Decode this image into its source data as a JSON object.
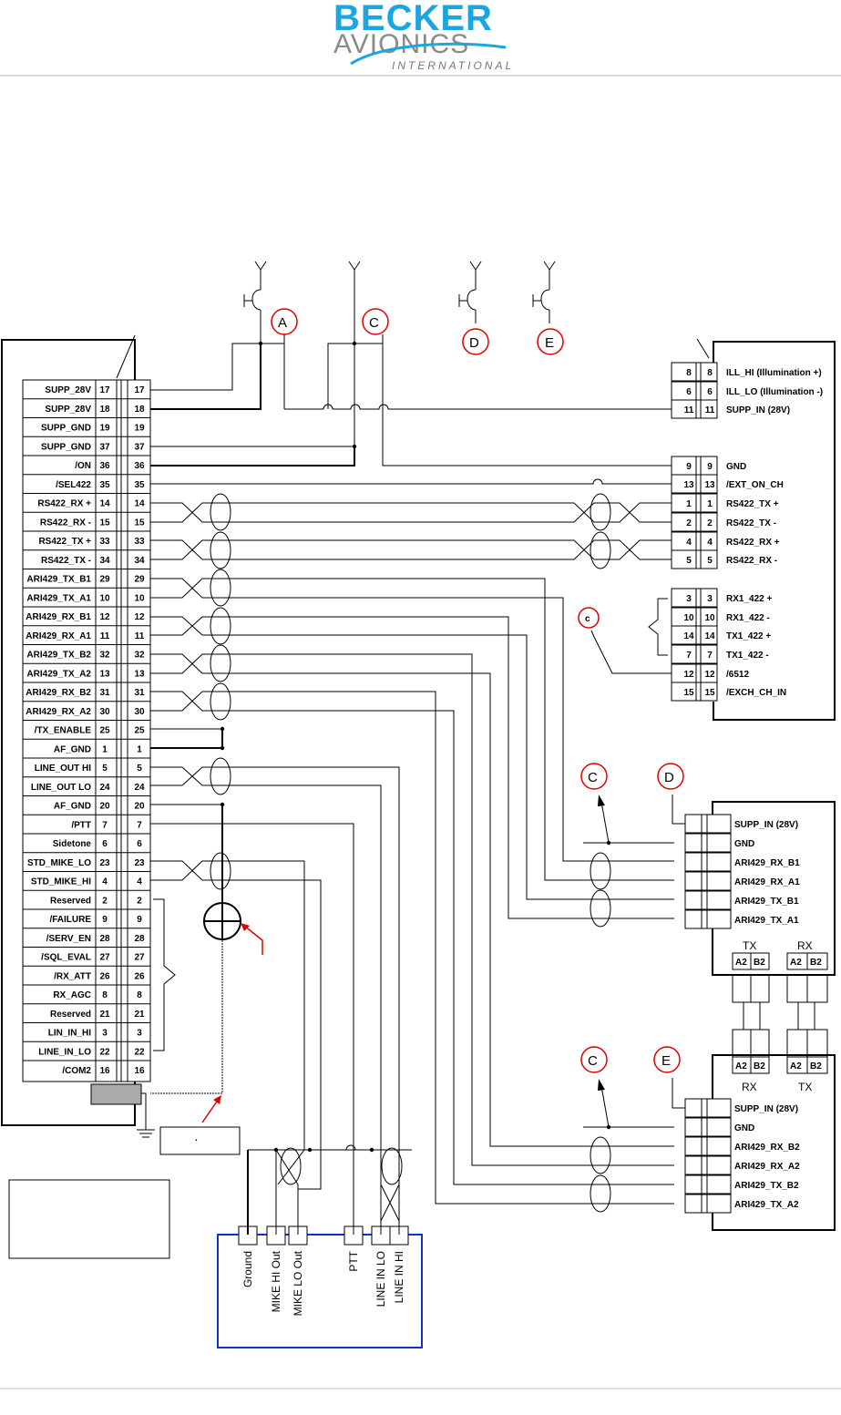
{
  "logo": {
    "line1": "BECKER",
    "line2": "AVIONICS",
    "line3": "INTERNATIONAL"
  },
  "colors": {
    "logo_blue": "#1aa6e0",
    "logo_gray": "#8a8a8a",
    "callout_red": "#e00000",
    "box_blue": "#1030d0"
  },
  "callouts": {
    "A": "A",
    "C": "C",
    "D": "D",
    "E": "E",
    "c_small": "c"
  },
  "radio": {
    "pins": [
      {
        "label": "SUPP_28V",
        "pin": "17"
      },
      {
        "label": "SUPP_28V",
        "pin": "18"
      },
      {
        "label": "SUPP_GND",
        "pin": "19"
      },
      {
        "label": "SUPP_GND",
        "pin": "37"
      },
      {
        "label": "/ON",
        "pin": "36"
      },
      {
        "label": "/SEL422",
        "pin": "35"
      },
      {
        "label": "RS422_RX +",
        "pin": "14"
      },
      {
        "label": "RS422_RX -",
        "pin": "15"
      },
      {
        "label": "RS422_TX +",
        "pin": "33"
      },
      {
        "label": "RS422_TX -",
        "pin": "34"
      },
      {
        "label": "ARI429_TX_B1",
        "pin": "29"
      },
      {
        "label": "ARI429_TX_A1",
        "pin": "10"
      },
      {
        "label": "ARI429_RX_B1",
        "pin": "12"
      },
      {
        "label": "ARI429_RX_A1",
        "pin": "11"
      },
      {
        "label": "ARI429_TX_B2",
        "pin": "32"
      },
      {
        "label": "ARI429_TX_A2",
        "pin": "13"
      },
      {
        "label": "ARI429_RX_B2",
        "pin": "31"
      },
      {
        "label": "ARI429_RX_A2",
        "pin": "30"
      },
      {
        "label": "/TX_ENABLE",
        "pin": "25"
      },
      {
        "label": "AF_GND",
        "pin": "1"
      },
      {
        "label": "LINE_OUT HI",
        "pin": "5"
      },
      {
        "label": "LINE_OUT LO",
        "pin": "24"
      },
      {
        "label": "AF_GND",
        "pin": "20"
      },
      {
        "label": "/PTT",
        "pin": "7"
      },
      {
        "label": "Sidetone",
        "pin": "6"
      },
      {
        "label": "STD_MIKE_LO",
        "pin": "23"
      },
      {
        "label": "STD_MIKE_HI",
        "pin": "4"
      },
      {
        "label": "Reserved",
        "pin": "2"
      },
      {
        "label": "/FAILURE",
        "pin": "9"
      },
      {
        "label": "/SERV_EN",
        "pin": "28"
      },
      {
        "label": "/SQL_EVAL",
        "pin": "27"
      },
      {
        "label": "/RX_ATT",
        "pin": "26"
      },
      {
        "label": "RX_AGC",
        "pin": "8"
      },
      {
        "label": "Reserved",
        "pin": "21"
      },
      {
        "label": "LIN_IN_HI",
        "pin": "3"
      },
      {
        "label": "LINE_IN_LO",
        "pin": "22"
      },
      {
        "label": "/COM2",
        "pin": "16"
      }
    ]
  },
  "control_unit": {
    "pins": [
      {
        "label": "ILL_HI (Illumination +)",
        "pin": "8"
      },
      {
        "label": "ILL_LO (Illumination -)",
        "pin": "6"
      },
      {
        "label": "SUPP_IN (28V)",
        "pin": "11"
      },
      {
        "label": "GND",
        "pin": "9"
      },
      {
        "label": "/EXT_ON_CH",
        "pin": "13"
      },
      {
        "label": "RS422_TX +",
        "pin": "1"
      },
      {
        "label": "RS422_TX -",
        "pin": "2"
      },
      {
        "label": "RS422_RX +",
        "pin": "4"
      },
      {
        "label": "RS422_RX -",
        "pin": "5"
      },
      {
        "label": "RX1_422 +",
        "pin": "3"
      },
      {
        "label": "RX1_422 -",
        "pin": "10"
      },
      {
        "label": "TX1_422 +",
        "pin": "14"
      },
      {
        "label": "TX1_422 -",
        "pin": "7"
      },
      {
        "label": "/6512",
        "pin": "12"
      },
      {
        "label": "/EXCH_CH_IN",
        "pin": "15"
      }
    ]
  },
  "device_d": {
    "pins": [
      "SUPP_IN (28V)",
      "GND",
      "ARI429_RX_B1",
      "ARI429_RX_A1",
      "ARI429_TX_B1",
      "ARI429_TX_A1"
    ],
    "port_tx": "TX",
    "port_rx": "RX",
    "pa2": "A2",
    "pb2": "B2"
  },
  "device_e": {
    "pins": [
      "SUPP_IN (28V)",
      "GND",
      "ARI429_RX_B2",
      "ARI429_RX_A2",
      "ARI429_TX_B2",
      "ARI429_TX_A2"
    ],
    "port_rx": "RX",
    "port_tx": "TX",
    "pa2": "A2",
    "pb2": "B2"
  },
  "audio_panel": {
    "pins": [
      "Ground",
      "MIKE HI Out",
      "MIKE LO Out",
      "PTT",
      "LINE IN LO",
      "LINE IN HI"
    ]
  },
  "note_box_text": "."
}
